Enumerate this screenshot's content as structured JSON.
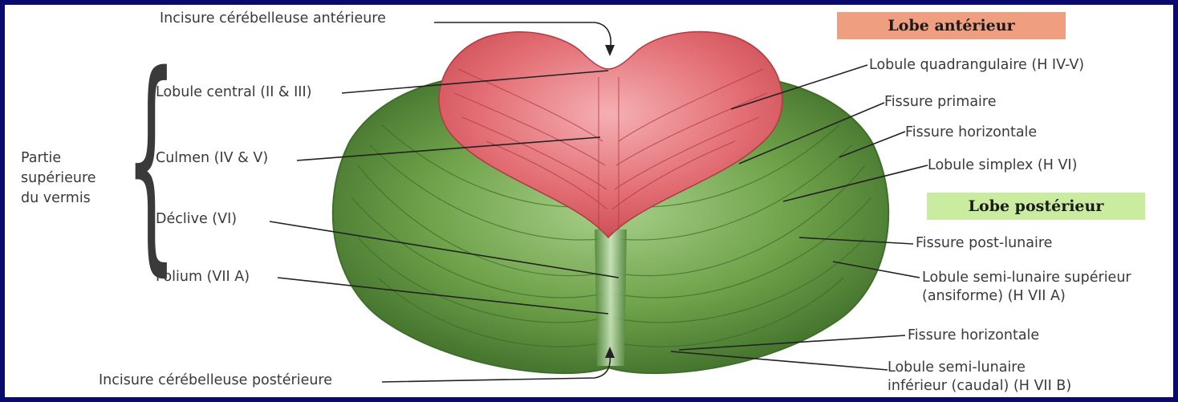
{
  "colors": {
    "background_frame": "#0a0a6e",
    "anterior_lobe": "#e26d73",
    "posterior_lobe": "#6fa24a",
    "anterior_title_bg": "#ef9f80",
    "posterior_title_bg": "#c9eca0"
  },
  "titles": {
    "anterior": "Lobe antérieur",
    "posterior": "Lobe postérieur"
  },
  "group": {
    "line1": "Partie",
    "line2": "supérieure",
    "line3": "du vermis"
  },
  "labels": {
    "incisure_anterior": "Incisure cérébelleuse antérieure",
    "incisure_posterior": "Incisure cérébelleuse postérieure",
    "lobule_central": "Lobule central (II & III)",
    "culmen": "Culmen (IV & V)",
    "declive": "Déclive (VI)",
    "folium": "Folium (VII A)",
    "lobule_quadrangulaire": "Lobule quadrangulaire (H IV-V)",
    "fissure_primaire": "Fissure primaire",
    "fissure_horizontale_top": "Fissure horizontale",
    "lobule_simplex": "Lobule simplex (H VI)",
    "fissure_post_lunaire": "Fissure post-lunaire",
    "semi_lunaire_sup_1": "Lobule semi-lunaire supérieur",
    "semi_lunaire_sup_2": "(ansiforme) (H VII A)",
    "fissure_horizontale_bottom": "Fissure horizontale",
    "semi_lunaire_inf_1": "Lobule semi-lunaire",
    "semi_lunaire_inf_2": "inférieur (caudal) (H VII B)"
  }
}
